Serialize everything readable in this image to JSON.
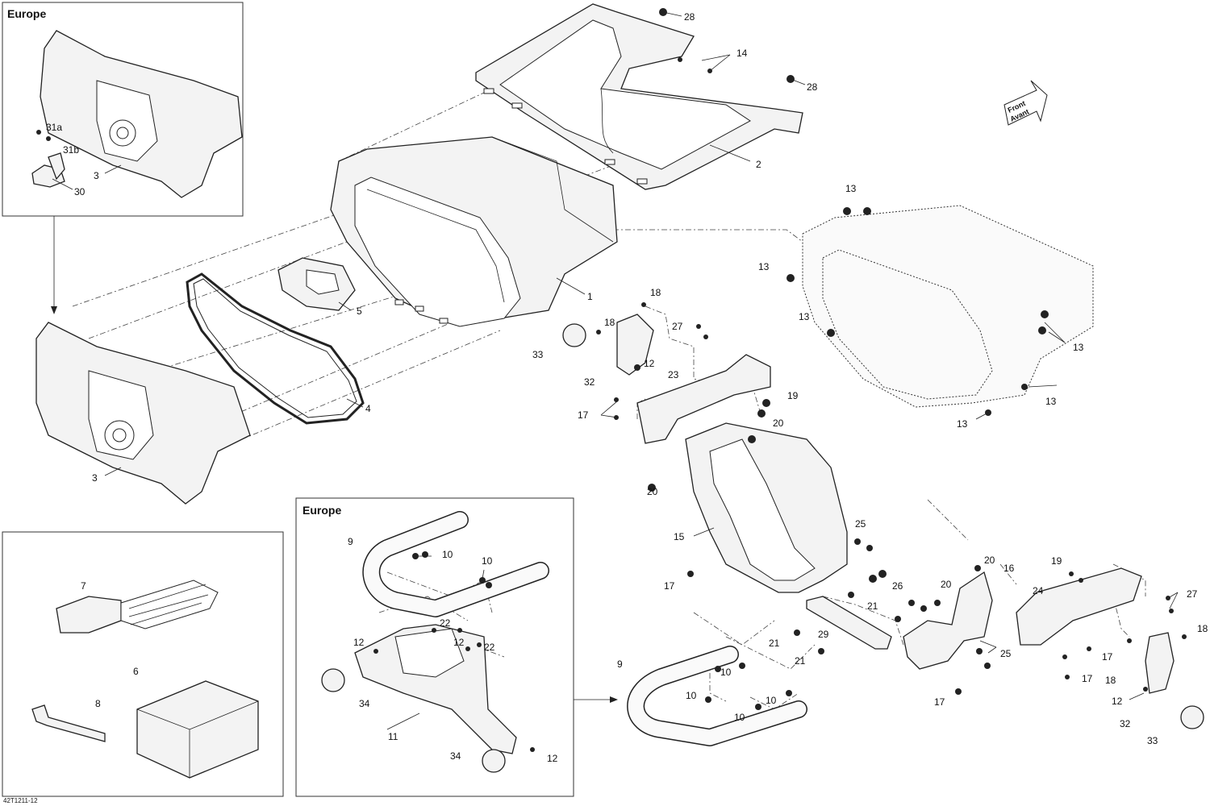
{
  "boxes": {
    "europe_top": "Europe",
    "europe_bottom": "Europe"
  },
  "front_arrow": {
    "line1": "Front",
    "line2": "Avant"
  },
  "diagram_code": "42T1211-12",
  "callouts": {
    "c1": "1",
    "c2": "2",
    "c3a": "3",
    "c3b": "3",
    "c4": "4",
    "c5": "5",
    "c6": "6",
    "c7": "7",
    "c8": "8",
    "c9a": "9",
    "c9b": "9",
    "c10a": "10",
    "c10b": "10",
    "c10c": "10",
    "c10d": "10",
    "c10e": "10",
    "c10f": "10",
    "c11": "11",
    "c12a": "12",
    "c12b": "12",
    "c12c": "12",
    "c12d": "12",
    "c12e": "12",
    "c13a": "13",
    "c13b": "13",
    "c13c": "13",
    "c13d": "13",
    "c13e": "13",
    "c13f": "13",
    "c14": "14",
    "c15": "15",
    "c16": "16",
    "c17a": "17",
    "c17b": "17",
    "c17c": "17",
    "c17d": "17",
    "c17e": "17",
    "c18a": "18",
    "c18b": "18",
    "c18c": "18",
    "c18d": "18",
    "c19a": "19",
    "c19b": "19",
    "c20a": "20",
    "c20b": "20",
    "c20c": "20",
    "c20d": "20",
    "c21a": "21",
    "c21b": "21",
    "c21c": "21",
    "c22a": "22",
    "c22b": "22",
    "c23": "23",
    "c24": "24",
    "c25a": "25",
    "c25b": "25",
    "c26": "26",
    "c27a": "27",
    "c27b": "27",
    "c28a": "28",
    "c28b": "28",
    "c29": "29",
    "c30": "30",
    "c31a": "31a",
    "c31b": "31b",
    "c32a": "32",
    "c32b": "32",
    "c33a": "33",
    "c33b": "33",
    "c34a": "34",
    "c34b": "34"
  }
}
